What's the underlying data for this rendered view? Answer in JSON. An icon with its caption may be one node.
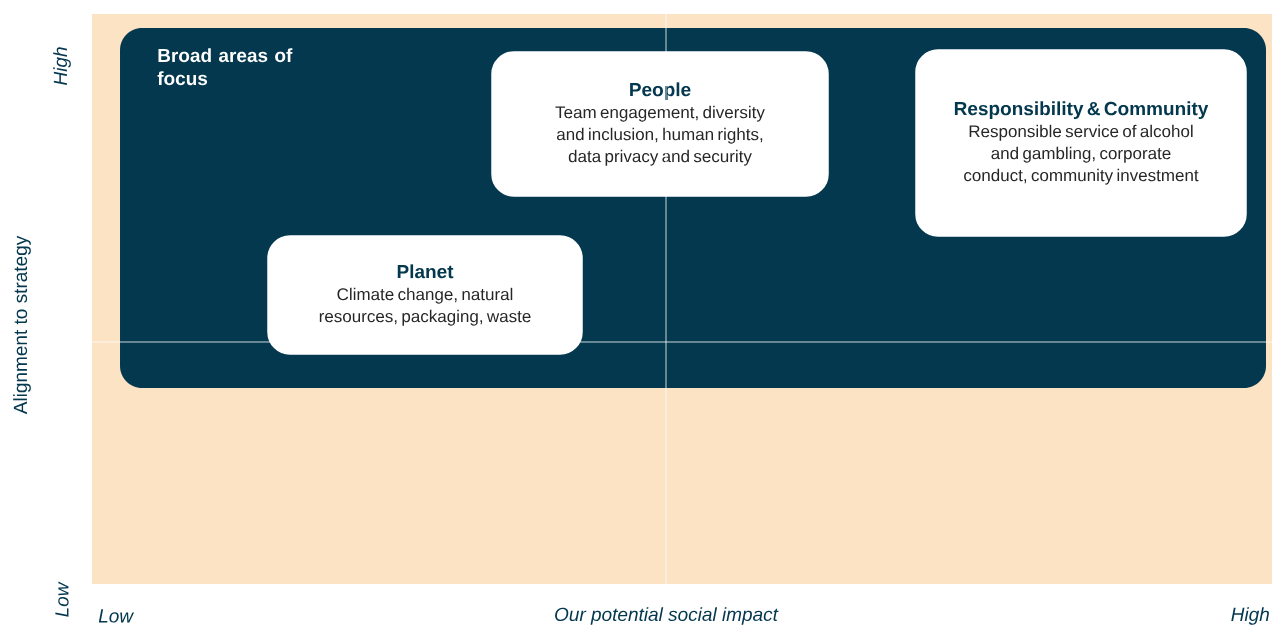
{
  "diagram": {
    "nodes": [
      {
        "text": [
          "Broad areas of focus"
        ]
      },
      {
        "text": [
          "People",
          "Team engagement, diversity and inclusion, human rights, data privacy and security"
        ],
        "in": 0
      },
      {
        "text": [
          "Responsibility & Community",
          "Responsible service of alcohol and gambling, corporate conduct, community investment"
        ],
        "in": 0
      },
      {
        "text": [
          "Planet",
          "Climate change, natural resources, packaging, waste"
        ],
        "in": 0
      }
    ],
    "labels": [
      "High",
      "Low",
      "Alignment to strategy",
      "Low",
      "Our potential social impact",
      "High"
    ]
  }
}
